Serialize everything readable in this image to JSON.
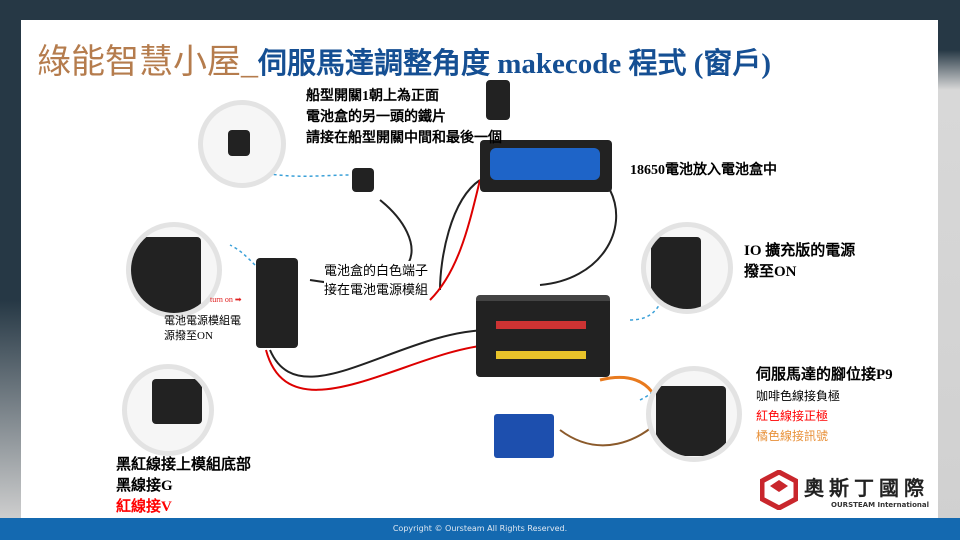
{
  "title": {
    "part1": "綠能智慧小屋_",
    "part2": "伺服馬達調整角度 makecode 程式 (窗戶)"
  },
  "notes": {
    "switch": [
      "船型開關1朝上為正面",
      "電池盒的另一頭的鐵片",
      "請接在船型開關中間和最後一個"
    ],
    "battery": "18650電池放入電池盒中",
    "io_board": [
      "IO 擴充版的電源",
      "撥至ON"
    ],
    "battery_terminal": [
      "電池盒的白色端子",
      "接在電池電源模組"
    ],
    "turn_on": "turn on",
    "power_module": [
      "電池電源模組電",
      "源撥至ON"
    ],
    "servo": {
      "title": "伺服馬達的腳位接P9",
      "brown": "咖啡色線接負極",
      "red": "紅色線接正極",
      "orange": "橘色線接訊號"
    },
    "bottom_left": {
      "line1": "黑紅線接上模組底部",
      "line2": "黑線接G",
      "line3": "紅線接V"
    }
  },
  "logo": {
    "cn": "奧斯丁國際",
    "en": "OURSTEAM International"
  },
  "footer": "Copyright © Oursteam All Rights Reserved.",
  "colors": {
    "title_brown": "#b57c4d",
    "title_blue": "#154f93",
    "footer_blue": "#1469b0",
    "red": "#ff0000",
    "orange": "#e8913a"
  }
}
